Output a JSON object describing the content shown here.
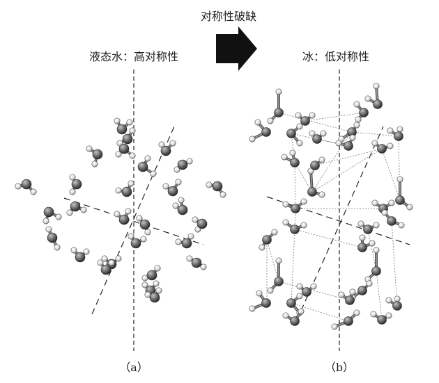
{
  "title": "对称性破缺",
  "panel_a": {
    "heading": "液态水：高对称性",
    "label": "（a）"
  },
  "panel_b": {
    "heading": "冰：低对称性",
    "label": "（b）"
  },
  "colors": {
    "oxygen": "#6e6e6e",
    "hydrogen": "#e8e8e8",
    "bond": "#555555",
    "arrow": "#111111"
  }
}
